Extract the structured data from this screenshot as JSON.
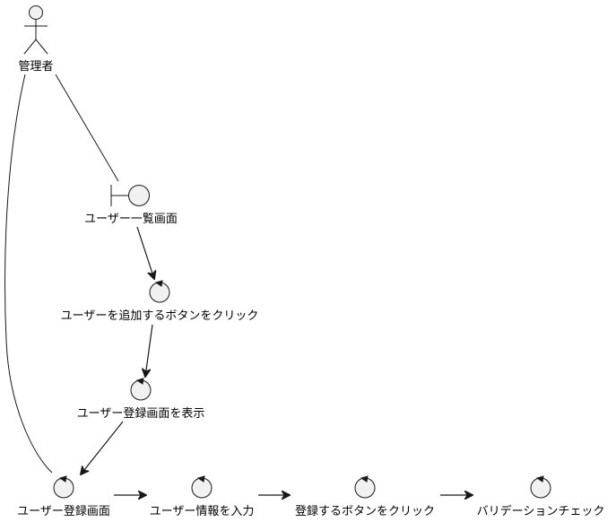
{
  "diagram": {
    "actor": {
      "label": "管理者"
    },
    "boundary": {
      "label": "ユーザー一覧画面"
    },
    "controls": [
      {
        "label": "ユーザーを追加するボタンをクリック"
      },
      {
        "label": "ユーザー登録画面を表示"
      },
      {
        "label": "ユーザー登録画面"
      },
      {
        "label": "ユーザー情報を入力"
      },
      {
        "label": "登録するボタンをクリック"
      },
      {
        "label": "バリデーションチェック"
      }
    ]
  }
}
